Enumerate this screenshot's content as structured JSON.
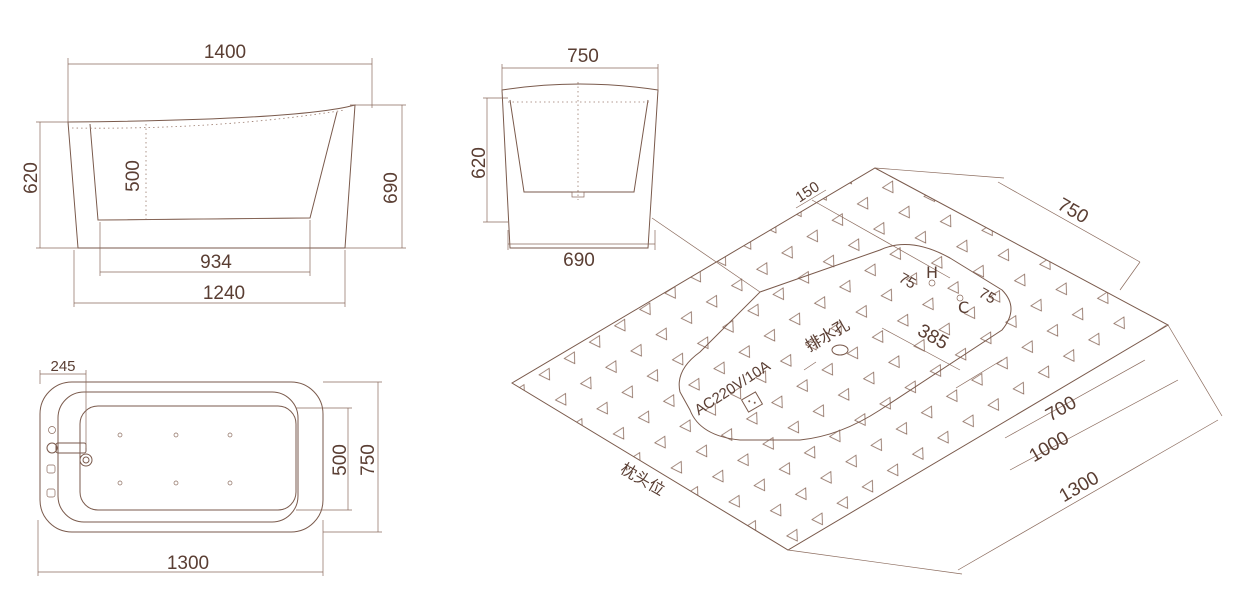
{
  "side_view": {
    "overall_length": "1400",
    "height_left": "620",
    "inner_depth": "500",
    "height_right": "690",
    "inner_bottom_length": "934",
    "base_length": "1240"
  },
  "end_view": {
    "top_width": "750",
    "height": "620",
    "base_width": "690"
  },
  "plan_view": {
    "headrest_offset": "245",
    "inner_width": "500",
    "overall_width": "750",
    "overall_length": "1300"
  },
  "install_view": {
    "edge_offset": "150",
    "width": "750",
    "pipe_offset_h": "75",
    "pipe_offset_c": "75",
    "label_h": "H",
    "label_c": "C",
    "drain_label": "排水孔",
    "drain_distance": "385",
    "power_label": "AC220V/10A",
    "cutout_length": "700",
    "inner_length": "1000",
    "overall_length": "1300",
    "headrest_label": "枕头位"
  },
  "colors": {
    "line": "#7a5a4c",
    "text": "#5a3e33",
    "background": "#ffffff"
  }
}
